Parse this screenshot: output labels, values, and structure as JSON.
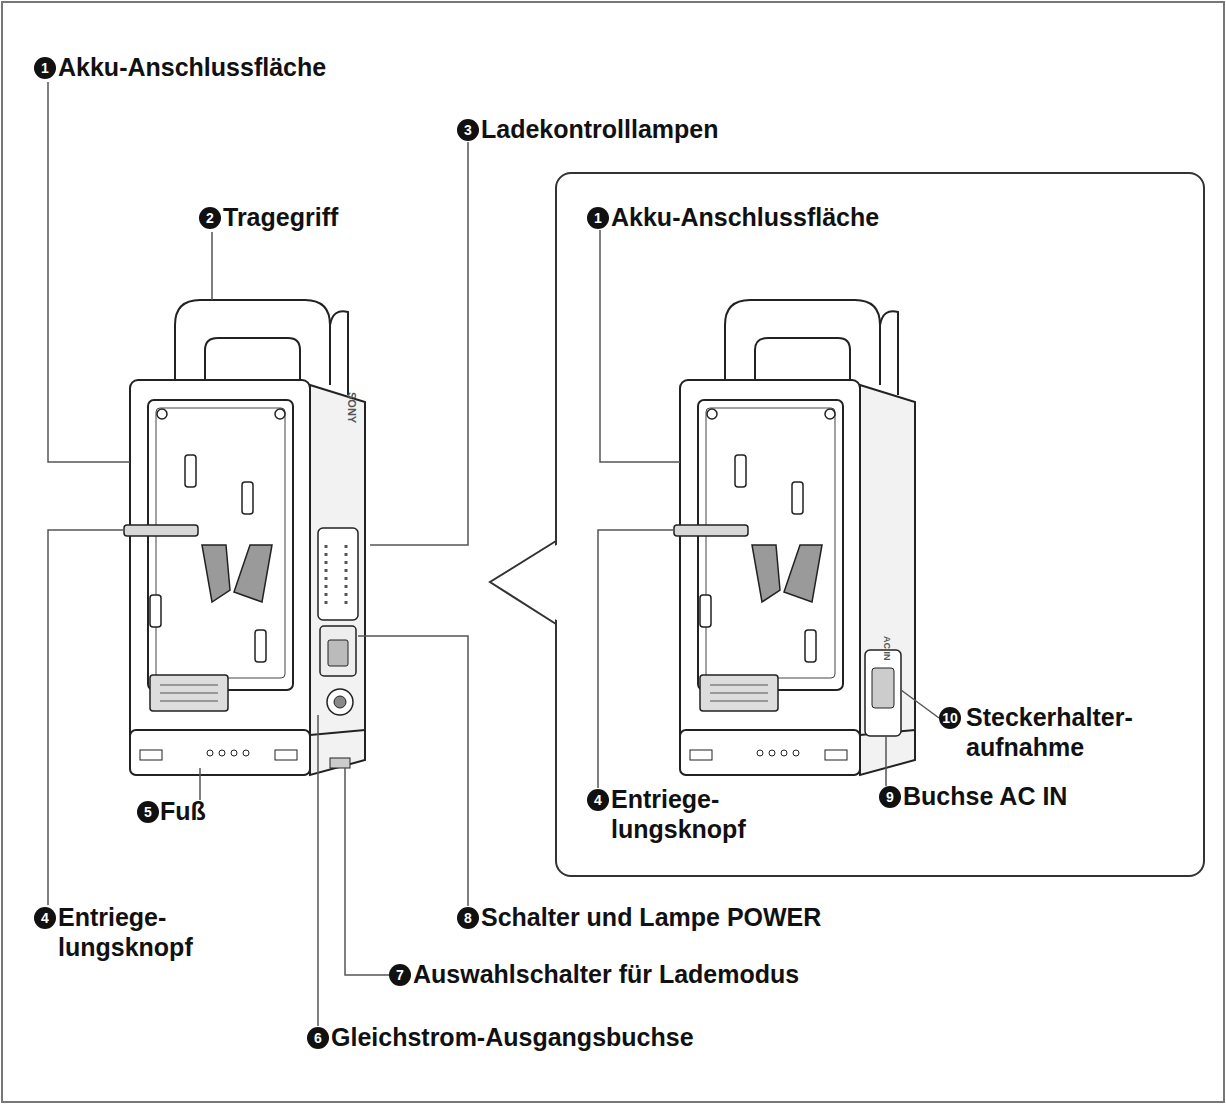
{
  "diagram": {
    "nodes": [
      {
        "text": [
          "1",
          "Akku-Anschlussfläche",
          "4",
          "Entriege- lungsknopf",
          "10",
          "Steckerhalter- aufnahme",
          "9",
          "Buchse AC IN",
          "AC IN"
        ]
      }
    ],
    "labels": [
      "1",
      "Akku-Anschlussfläche",
      "2",
      "Tragegriff",
      "3",
      "Ladekontrolllampen",
      "4",
      "Entriege- lungsknopf",
      "5",
      "Fuß",
      "8",
      "Schalter und Lampe POWER",
      "7",
      "Auswahlschalter für Lademodus",
      "6",
      "Gleichstrom-Ausgangsbuchse",
      "SONY"
    ]
  }
}
